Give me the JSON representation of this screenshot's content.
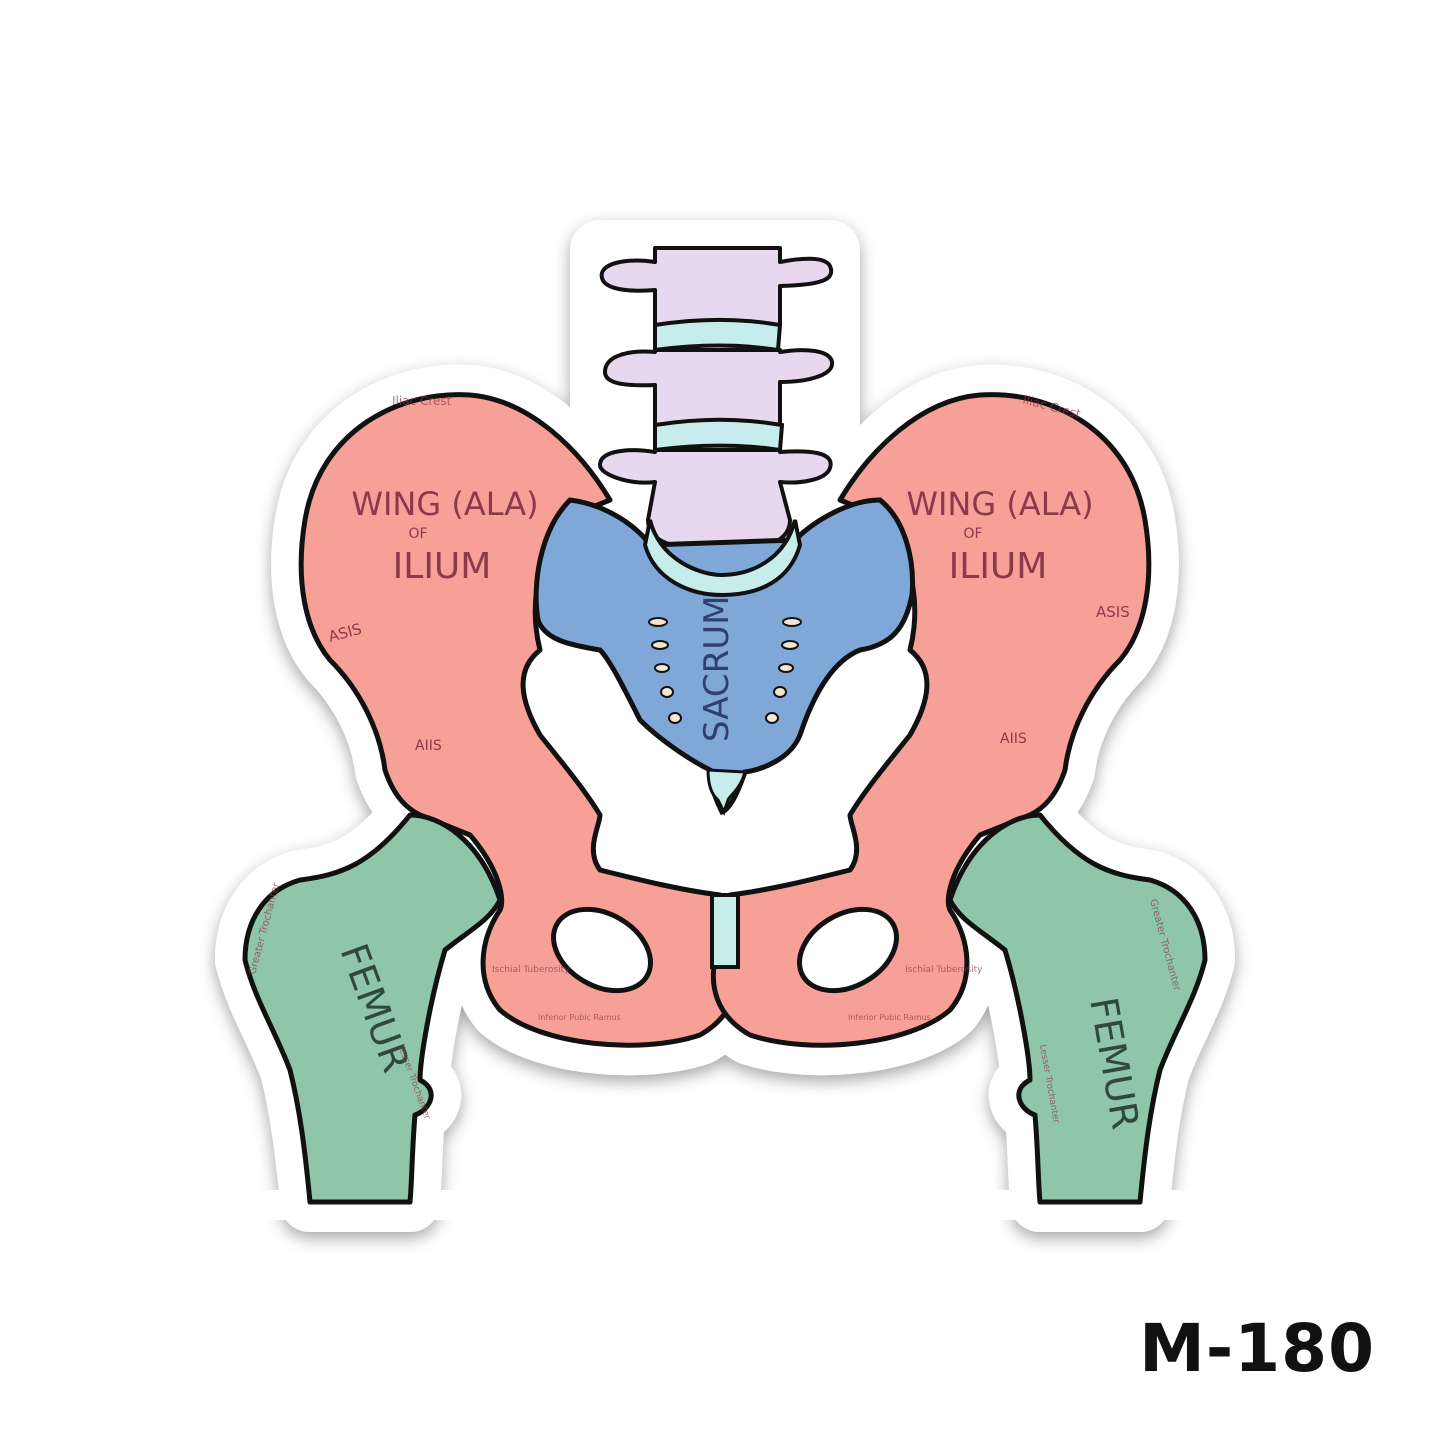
{
  "labels": {
    "ilium_left": {
      "line1": "WING (ALA)",
      "line2": "OF",
      "line3": "ILIUM"
    },
    "ilium_right": {
      "line1": "WING (ALA)",
      "line2": "OF",
      "line3": "ILIUM"
    },
    "iliac_crest": "Iliac Crest",
    "asis": "ASIS",
    "aiis": "AIIS",
    "sacrum": "SACRUM",
    "femur": "FEMUR",
    "greater_trochanter": "Greater Trochanter",
    "lesser_trochanter": "Lesser Trochanter",
    "ischial_tuberosity": "Ischial Tuberosity",
    "inferior_pubic_ramus": "Inferior Pubic Ramus"
  },
  "product_code": "M-180",
  "colors": {
    "ilium": "#f7a097",
    "sacrum": "#7fa8d9",
    "vertebrae": "#e8d8ef",
    "disc": "#c6ecec",
    "femur": "#8fc5a8",
    "outline": "#111111",
    "label_ink": "#8a3a4a"
  }
}
